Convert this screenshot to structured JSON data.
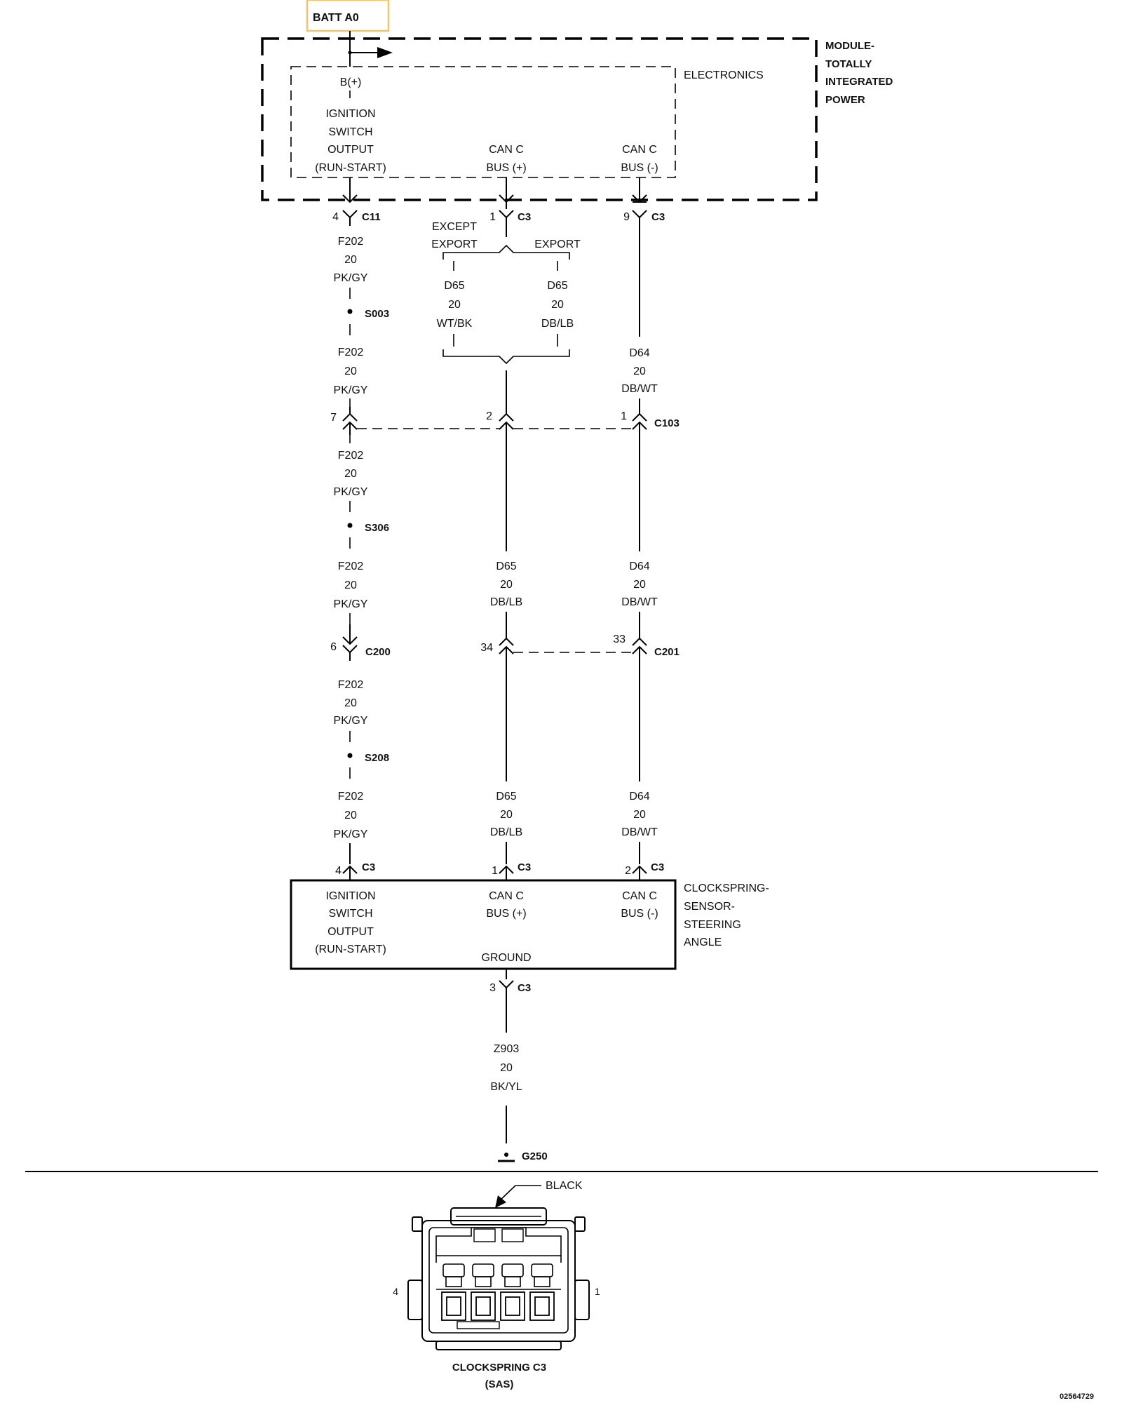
{
  "top": {
    "batt": "BATT A0",
    "module": [
      "MODULE-",
      "TOTALLY",
      "INTEGRATED",
      "POWER"
    ],
    "electronics": "ELECTRONICS",
    "b_plus": "B(+)",
    "ign_output": [
      "IGNITION",
      "SWITCH",
      "OUTPUT",
      "(RUN-START)"
    ],
    "can_plus": [
      "CAN C",
      "BUS (+)"
    ],
    "can_minus": [
      "CAN C",
      "BUS (-)"
    ]
  },
  "connectors": {
    "c11": {
      "pin": "4",
      "name": "C11"
    },
    "c3_can_plus": {
      "pin": "1",
      "name": "C3"
    },
    "c3_can_minus": {
      "pin": "9",
      "name": "C3"
    },
    "c103": {
      "pins": [
        "7",
        "2",
        "1"
      ],
      "name": "C103"
    },
    "c200": {
      "pin": "6",
      "name": "C200"
    },
    "c201": {
      "pins": [
        "34",
        "33"
      ],
      "name": "C201"
    },
    "sas_c3": {
      "pins": [
        "4",
        "1",
        "2"
      ],
      "name": "C3"
    },
    "ground_c3": {
      "pin": "3",
      "name": "C3"
    }
  },
  "splices": [
    "S003",
    "S306",
    "S208"
  ],
  "variants": {
    "except_export": [
      "EXCEPT",
      "EXPORT"
    ],
    "export": "EXPORT"
  },
  "wires": {
    "f202": [
      "F202",
      "20",
      "PK/GY"
    ],
    "d65_wtbk": [
      "D65",
      "20",
      "WT/BK"
    ],
    "d65_dblb": [
      "D65",
      "20",
      "DB/LB"
    ],
    "d64_dbwt": [
      "D64",
      "20",
      "DB/WT"
    ],
    "z903": [
      "Z903",
      "20",
      "BK/YL"
    ]
  },
  "clockspring": {
    "name": [
      "CLOCKSPRING-",
      "SENSOR-",
      "STEERING",
      "ANGLE"
    ],
    "ign_output": [
      "IGNITION",
      "SWITCH",
      "OUTPUT",
      "(RUN-START)"
    ],
    "can_plus": [
      "CAN C",
      "BUS (+)"
    ],
    "can_minus": [
      "CAN C",
      "BUS (-)"
    ],
    "ground": "GROUND"
  },
  "ground_id": "G250",
  "connector_view": {
    "color": "BLACK",
    "pin_left": "4",
    "pin_right": "1",
    "title": "CLOCKSPRING C3",
    "subtitle": "(SAS)"
  },
  "figure_id": "02564729"
}
